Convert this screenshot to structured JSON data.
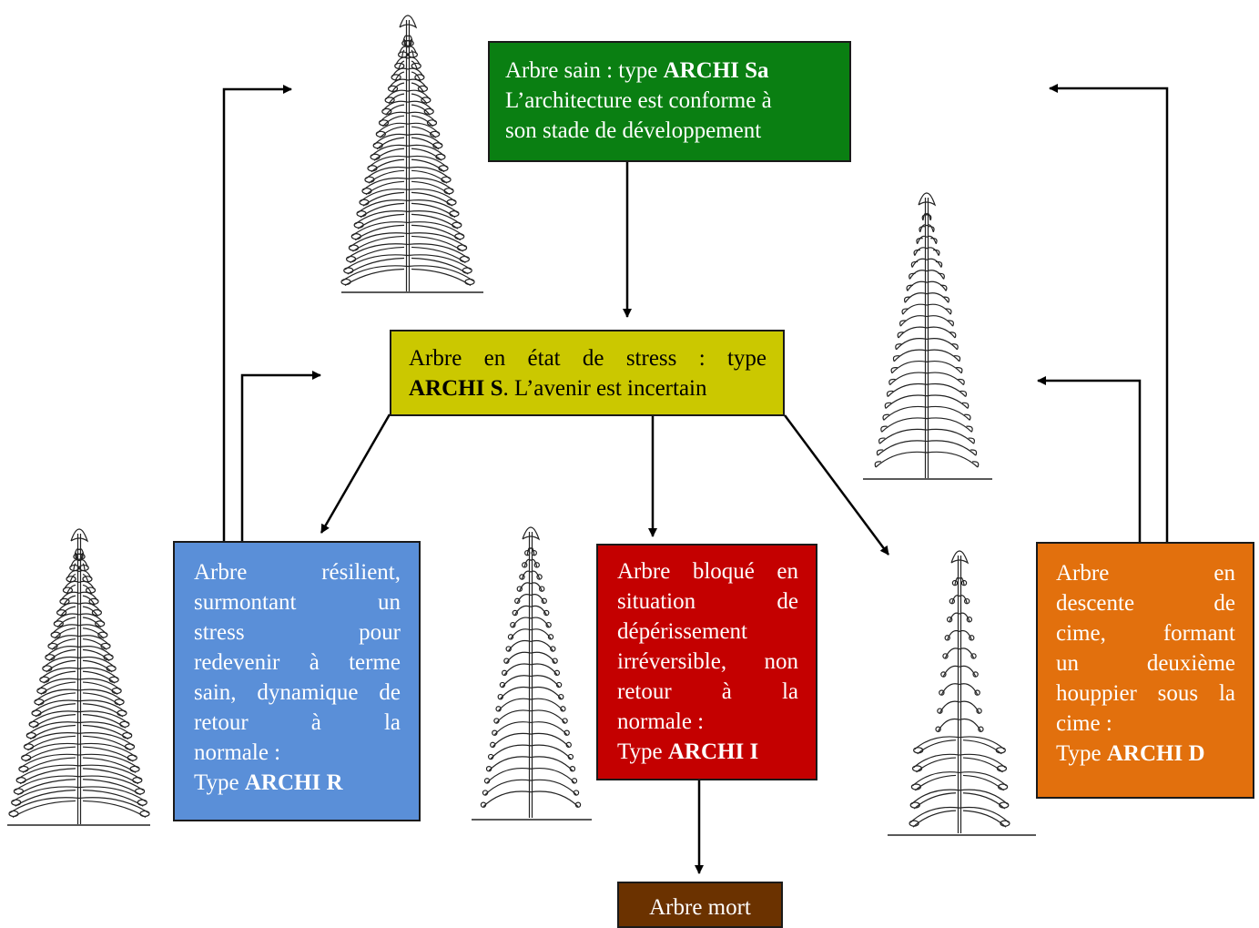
{
  "colors": {
    "sain": "#0a7f12",
    "stress": "#cbc800",
    "resilient": "#5a8fd8",
    "bloque": "#c40000",
    "descente": "#e2700d",
    "mort": "#6b3200",
    "line": "#000000"
  },
  "boxes": {
    "sain": {
      "l1_pre": "Arbre sain : type ",
      "l1_bold": "ARCHI Sa",
      "l2": "L’architecture est conforme à",
      "l3": "son stade de développement"
    },
    "stress": {
      "l1": "Arbre en état de stress : type",
      "l2_bold": "ARCHI S",
      "l2_post": ". L’avenir est incertain"
    },
    "resilient": {
      "lines": [
        "Arbre résilient,",
        "surmontant un",
        "stress pour",
        "redevenir à terme",
        "sain, dynamique de",
        "retour à la",
        "normale :"
      ],
      "type_pre": "Type ",
      "type_bold": "ARCHI R"
    },
    "bloque": {
      "lines": [
        "Arbre bloqué en",
        "situation de",
        "dépérissement",
        "irréversible, non",
        "retour à la",
        "normale :"
      ],
      "type_pre": "Type ",
      "type_bold": "ARCHI I"
    },
    "descente": {
      "lines": [
        "Arbre en",
        "descente de",
        "cime, formant",
        "un deuxième",
        "houppier sous la",
        "cime :"
      ],
      "type_pre": "Type ",
      "type_bold": "ARCHI D"
    },
    "mort": {
      "label": "Arbre mort"
    }
  },
  "illustrations": [
    "conifer-tree-sa",
    "conifer-tree-s",
    "conifer-tree-r",
    "conifer-tree-i",
    "conifer-tree-d"
  ]
}
